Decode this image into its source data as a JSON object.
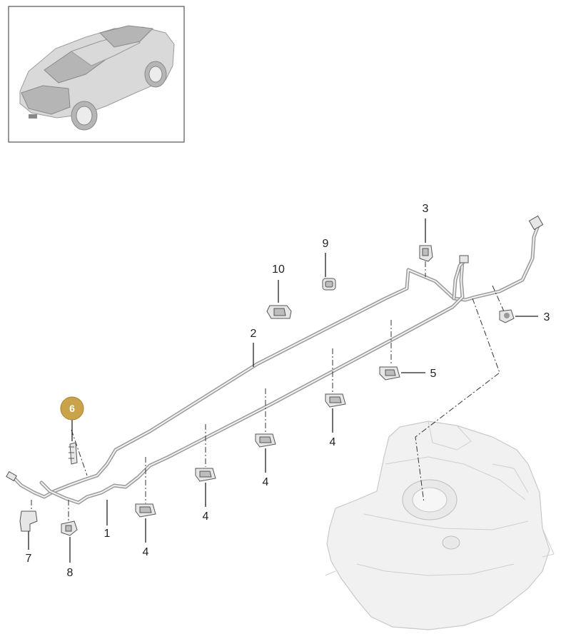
{
  "callouts": {
    "c1": "1",
    "c2": "2",
    "c3a": "3",
    "c3b": "3",
    "c4a": "4",
    "c4b": "4",
    "c4c": "4",
    "c4d": "4",
    "c5": "5",
    "c6": "6",
    "c7": "7",
    "c8": "8",
    "c9": "9",
    "c10": "10"
  },
  "colors": {
    "highlight_badge": "#c9a24a",
    "frame_border": "#555555",
    "pipe": "#9a9a9a"
  }
}
